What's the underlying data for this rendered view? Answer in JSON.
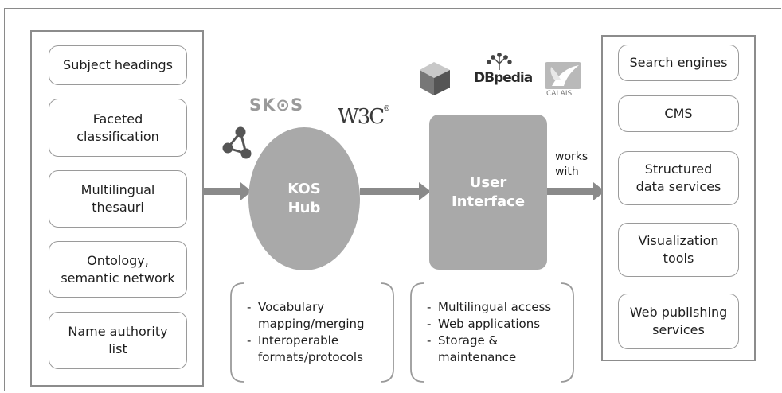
{
  "left_panel": {
    "items": [
      {
        "label": "Subject headings"
      },
      {
        "label": "Faceted\nclassification"
      },
      {
        "label": "Multilingual\nthesauri"
      },
      {
        "label": "Ontology,\nsemantic network"
      },
      {
        "label": "Name authority\nlist"
      }
    ]
  },
  "hub": {
    "label": "KOS\nHub"
  },
  "ui": {
    "label": "User\nInterface"
  },
  "logos": {
    "skos": "SK⊙S",
    "w3c": "W3C",
    "w3c_mark": "®",
    "dbpedia": "DBpedia",
    "calais": "CALAIS",
    "icons": [
      "rdf-graph-icon",
      "cube-icon",
      "dbpedia-tree-icon",
      "calais-bird-icon"
    ]
  },
  "hub_features": [
    {
      "text": "Vocabulary\nmapping/merging"
    },
    {
      "text": "Interoperable\nformats/protocols"
    }
  ],
  "ui_features": [
    {
      "text": "Multilingual access"
    },
    {
      "text": "Web applications"
    },
    {
      "text": "Storage &\nmaintenance"
    }
  ],
  "works_with": "works\nwith",
  "right_panel": {
    "items": [
      {
        "label": "Search engines"
      },
      {
        "label": "CMS"
      },
      {
        "label": "Structured\ndata services"
      },
      {
        "label": "Visualization\ntools"
      },
      {
        "label": "Web publishing\nservices"
      }
    ]
  },
  "colors": {
    "shape_fill": "#a9a9a9",
    "border": "#8c8c8c",
    "arrow": "#8a8a8a"
  }
}
